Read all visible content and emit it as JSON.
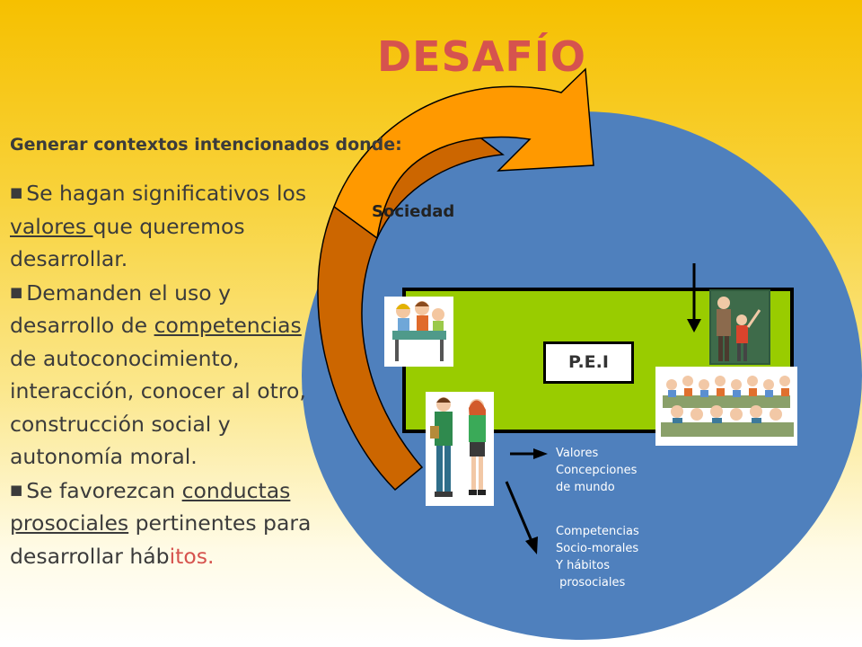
{
  "title": "DESAFÍO",
  "subtitle": "Generar contextos intencionados donde:",
  "bullets": {
    "b1_pre": "Se hagan significativos los",
    "b1_ul": "valores ",
    "b1_post": "que queremos desarrollar.",
    "b2_pre": "Demanden el uso y desarrollo  de",
    "b2_ul": "competencias",
    "b2_post": " de autoconocimiento, interacción, conocer al otro, construcción social y autonomía moral.",
    "b3_pre": "Se favorezcan ",
    "b3_ul1": "conductas",
    "b3_ul2": "prosociales",
    "b3_post": " pertinentes para desarrollar háb",
    "b3_red": "itos."
  },
  "diagram": {
    "society_label": "Sociedad",
    "pei_label": "P.E.I",
    "values_label": "Valores\nConcepciones\nde mundo",
    "competencies_label": "Competencias\nSocio-morales\nY hábitos\n prosociales"
  },
  "colors": {
    "title": "#d6534e",
    "circle": "#4f80bd",
    "rect": "#99cc00",
    "arrow_front": "#ff9900",
    "arrow_back": "#cc6600"
  },
  "icons": [
    "students-at-desk-clipart",
    "teacher-at-board-clipart",
    "classroom-clipart",
    "two-students-clipart"
  ]
}
